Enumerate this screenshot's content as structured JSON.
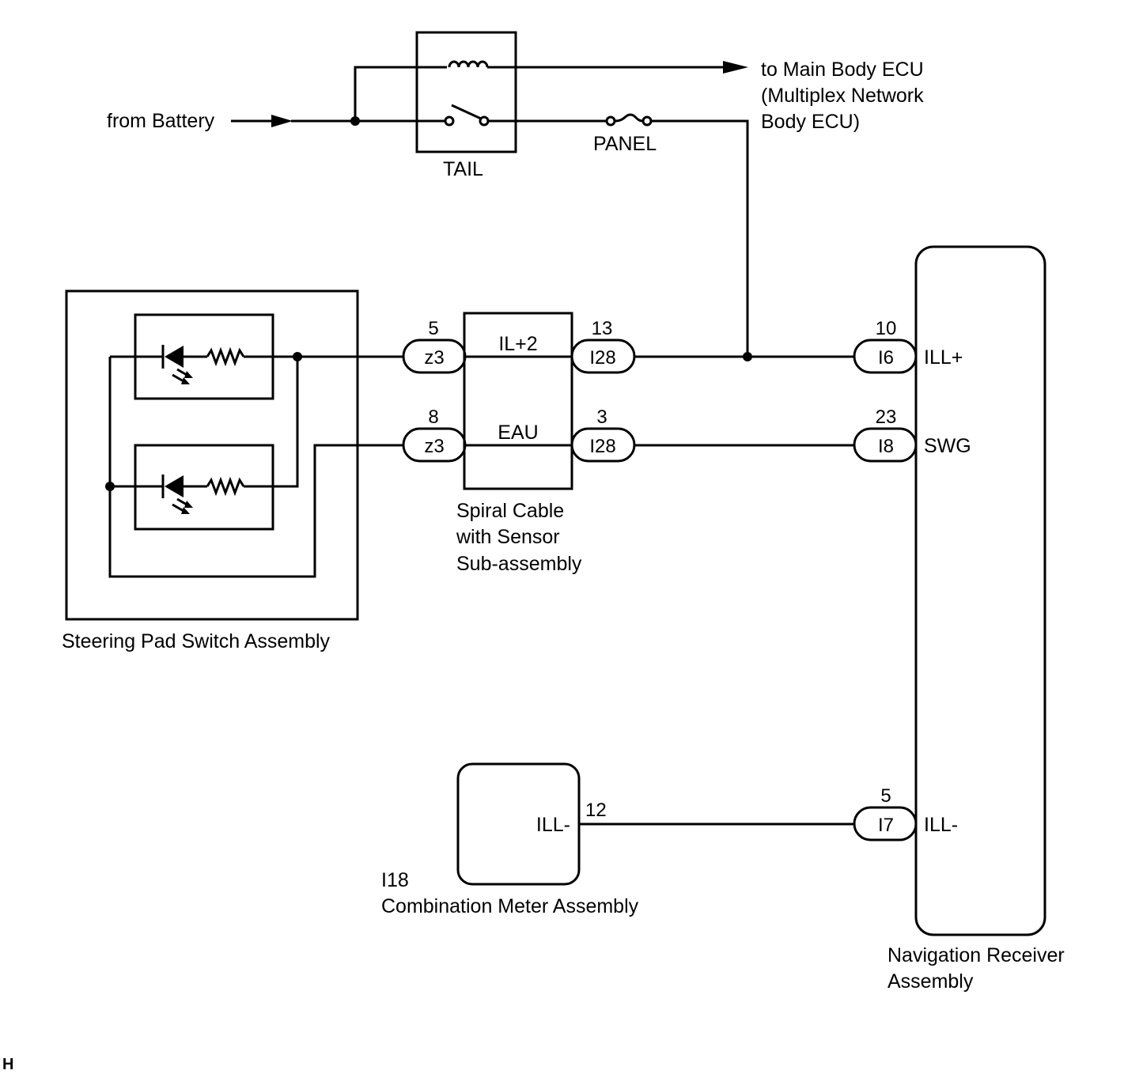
{
  "external": {
    "from_battery": "from Battery",
    "to_ecu_line1": "to Main Body ECU",
    "to_ecu_line2": "(Multiplex Network",
    "to_ecu_line3": "Body ECU)"
  },
  "relay": {
    "label": "TAIL"
  },
  "fuse": {
    "label": "PANEL"
  },
  "steering_pad": {
    "label": "Steering Pad Switch Assembly"
  },
  "spiral_cable": {
    "line1": "Spiral Cable",
    "line2": "with Sensor",
    "line3": "Sub-assembly",
    "signal_top": "IL+2",
    "signal_bottom": "EAU"
  },
  "connectors": {
    "z3_top": {
      "id": "z3",
      "pin": "5"
    },
    "z3_bottom": {
      "id": "z3",
      "pin": "8"
    },
    "i28_top": {
      "id": "I28",
      "pin": "13"
    },
    "i28_bottom": {
      "id": "I28",
      "pin": "3"
    },
    "i6": {
      "id": "I6",
      "pin": "10"
    },
    "i8": {
      "id": "I8",
      "pin": "23"
    },
    "i7": {
      "id": "I7",
      "pin": "5"
    }
  },
  "navigation": {
    "line1": "Navigation Receiver",
    "line2": "Assembly",
    "term_ill_plus": "ILL+",
    "term_swg": "SWG",
    "term_ill_minus": "ILL-"
  },
  "meter": {
    "code": "I18",
    "label": "Combination Meter Assembly",
    "terminal": "ILL-",
    "pin": "12"
  },
  "footer": {
    "mark": "H"
  }
}
